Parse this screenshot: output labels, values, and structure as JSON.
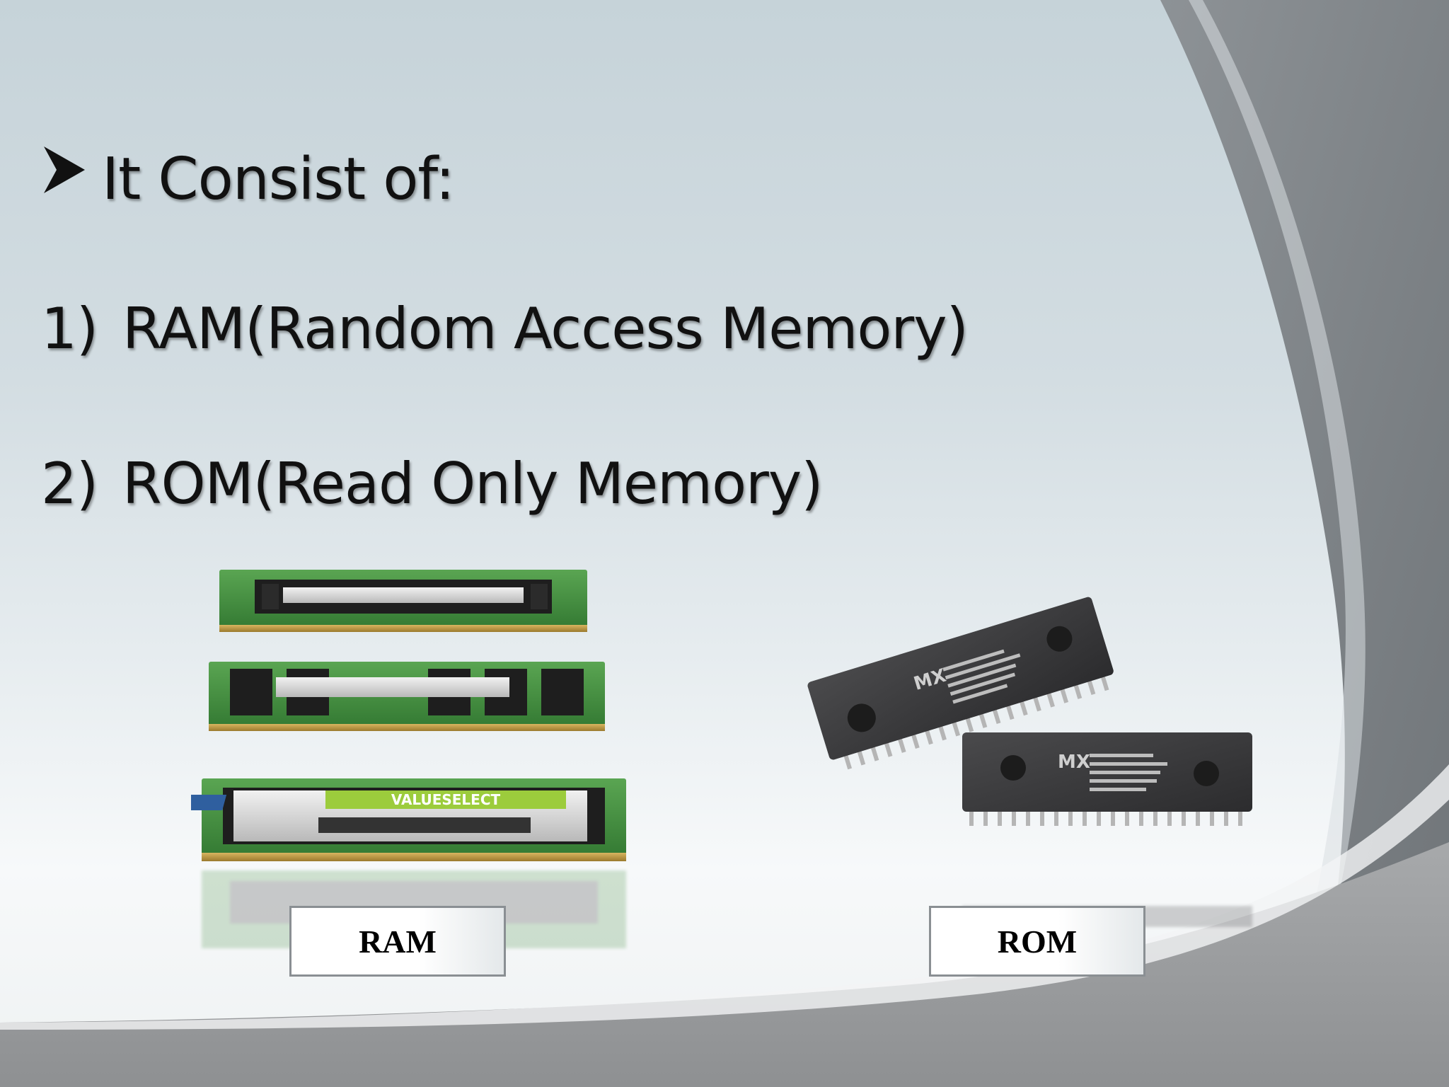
{
  "slide": {
    "heading": "It Consist of:",
    "items": [
      {
        "number": "1)",
        "text": "RAM(Random Access Memory)"
      },
      {
        "number": "2)",
        "text": "ROM(Read Only Memory)"
      }
    ],
    "labels": {
      "ram": "RAM",
      "rom": "ROM"
    },
    "ram_sticker_text": "VALUESELECT",
    "rom_chip_brand": "MX"
  },
  "colors": {
    "background_top": "#c6d3d9",
    "background_bottom": "#f7f9fa",
    "corner_shape": "#7a7f84",
    "bottom_band": "#9a9c9e",
    "pcb_green": "#3f8a3c",
    "chip_dark": "#3a3a3c"
  }
}
